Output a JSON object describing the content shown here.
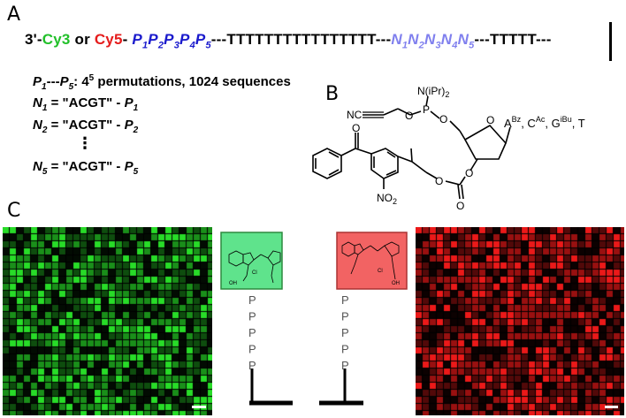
{
  "panels": {
    "a": "A",
    "b": "B",
    "c": "C"
  },
  "sequence": {
    "prime": "3'-",
    "cy3": "Cy3",
    "or": " or ",
    "cy5": "Cy5",
    "dash": "- ",
    "p_letter": "P",
    "p_subs": [
      "1",
      "2",
      "3",
      "4",
      "5"
    ],
    "linker1": "---TTTTTTTTTTTTTTTT---",
    "n_letter": "N",
    "n_subs": [
      "1",
      "2",
      "3",
      "4",
      "5"
    ],
    "linker2": "---TTTTT---",
    "colors": {
      "cy3": "#22c02a",
      "cy5": "#e51c1c",
      "p": "#1a1acc",
      "n": "#8080ee"
    }
  },
  "info": {
    "line1_a": "P",
    "line1_a_sub": "1",
    "line1_b": "---",
    "line1_c": "P",
    "line1_c_sub": "5",
    "line1_d": ": 4",
    "line1_sup": "5",
    "line1_e": " permutations, 1024 sequences",
    "n_letter": "N",
    "eq": " = \"ACGT\" - ",
    "p_letter": "P",
    "rows": [
      {
        "n": "1",
        "p": "1"
      },
      {
        "n": "2",
        "p": "2"
      },
      {
        "n": "5",
        "p": "5"
      }
    ],
    "vdots": "⋮"
  },
  "structure_b": {
    "n_ipr2": "N(iPr)",
    "n_ipr2_sub": "2",
    "p": "P",
    "nc": "NC",
    "o1": "O",
    "o2": "O",
    "o3": "O",
    "o4": "O",
    "o5": "O",
    "o6": "O",
    "o7": "O",
    "no2": "NO",
    "no2_sub": "2",
    "bases": {
      "a": "A",
      "a_sup": "Bz",
      "c": "C",
      "c_sup": "Ac",
      "g": "G",
      "g_sup": "iBu",
      "t": "T"
    }
  },
  "panel_c": {
    "p_label": "P",
    "p_count": 5,
    "cl": "Cl",
    "oh": "OH",
    "cy3_box_color": "#5fe38c",
    "cy5_box_color": "#f26363",
    "green": "#1e9e1e",
    "red": "#d91a1a"
  }
}
